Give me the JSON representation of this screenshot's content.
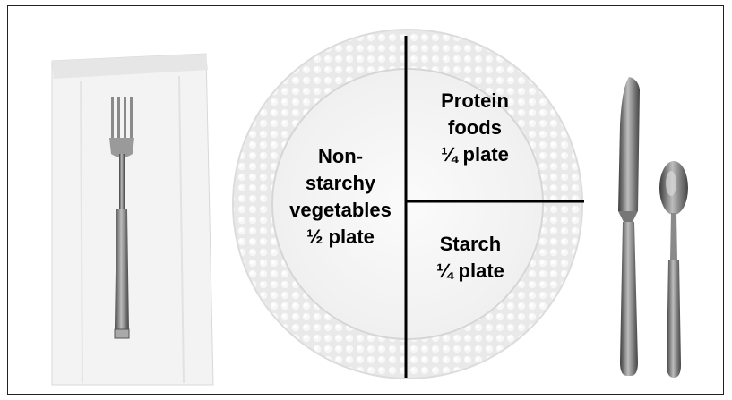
{
  "plate": {
    "sections": [
      {
        "id": "vegetables",
        "label": "Non-\nstarchy\nvegetables\n½ plate",
        "portion": 0.5
      },
      {
        "id": "protein",
        "label": "Protein\nfoods\n¼ plate",
        "portion": 0.25
      },
      {
        "id": "starch",
        "label": "Starch\n¼ plate",
        "portion": 0.25
      }
    ]
  },
  "icons": {
    "napkin": "napkin-icon",
    "fork": "fork-icon",
    "plate": "plate-icon",
    "knife": "knife-icon",
    "spoon": "spoon-icon"
  },
  "colors": {
    "divider": "#000000",
    "plate": "#f2f2f2",
    "napkin": "#f4f4f4",
    "metal": "#6c6c6c"
  }
}
